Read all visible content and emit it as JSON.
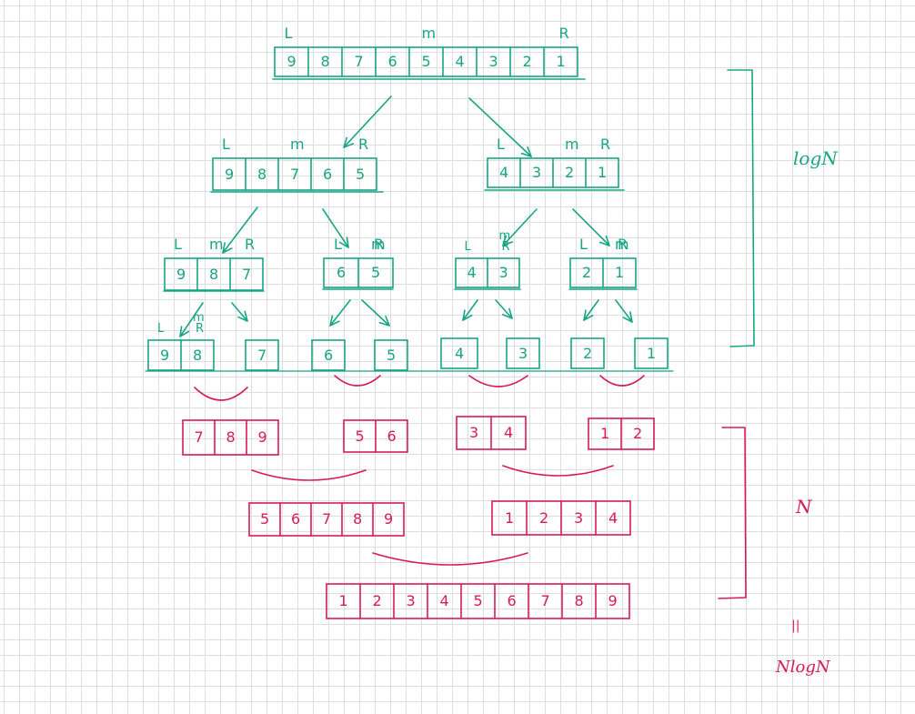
{
  "colors": {
    "split": "#18a585",
    "merge": "#d81b56",
    "grid": "#dedede"
  },
  "split_levels": {
    "level0": [
      {
        "cells": [
          "9",
          "8",
          "7",
          "6",
          "5",
          "4",
          "3",
          "2",
          "1"
        ],
        "pointers": {
          "left": "L",
          "mid": "m",
          "right": "R"
        }
      }
    ],
    "level1": [
      {
        "cells": [
          "9",
          "8",
          "7",
          "6",
          "5"
        ],
        "pointers": {
          "left": "L",
          "mid": "m",
          "right": "R"
        }
      },
      {
        "cells": [
          "4",
          "3",
          "2",
          "1"
        ],
        "pointers": {
          "left": "L",
          "mid": "m",
          "right": "R"
        }
      }
    ],
    "level2": [
      {
        "cells": [
          "9",
          "8",
          "7"
        ],
        "pointers": {
          "left": "L",
          "mid": "m",
          "right": "R"
        }
      },
      {
        "cells": [
          "6",
          "5"
        ],
        "pointers": {
          "left": "L",
          "mid": "m",
          "right": "R"
        }
      },
      {
        "cells": [
          "4",
          "3"
        ],
        "pointers": {
          "left": "L",
          "mid": "m",
          "right": "R"
        }
      },
      {
        "cells": [
          "2",
          "1"
        ],
        "pointers": {
          "left": "L",
          "mid": "m",
          "right": "R"
        }
      }
    ],
    "level3": [
      {
        "cells": [
          "9",
          "8"
        ],
        "pointers": {
          "left": "L",
          "mid": "m",
          "right": "R"
        }
      },
      {
        "cells": [
          "7"
        ]
      },
      {
        "cells": [
          "6"
        ]
      },
      {
        "cells": [
          "5"
        ]
      },
      {
        "cells": [
          "4"
        ]
      },
      {
        "cells": [
          "3"
        ]
      },
      {
        "cells": [
          "2"
        ]
      },
      {
        "cells": [
          "1"
        ]
      }
    ]
  },
  "merge_levels": {
    "level0": [
      {
        "cells": [
          "7",
          "8",
          "9"
        ]
      },
      {
        "cells": [
          "5",
          "6"
        ]
      },
      {
        "cells": [
          "3",
          "4"
        ]
      },
      {
        "cells": [
          "1",
          "2"
        ]
      }
    ],
    "level1": [
      {
        "cells": [
          "5",
          "6",
          "7",
          "8",
          "9"
        ]
      },
      {
        "cells": [
          "1",
          "2",
          "3",
          "4"
        ]
      }
    ],
    "level2": [
      {
        "cells": [
          "1",
          "2",
          "3",
          "4",
          "5",
          "6",
          "7",
          "8",
          "9"
        ]
      }
    ]
  },
  "annotations": {
    "split_depth": "logN",
    "merge_work": "N",
    "equals": "||",
    "total": "NlogN"
  }
}
